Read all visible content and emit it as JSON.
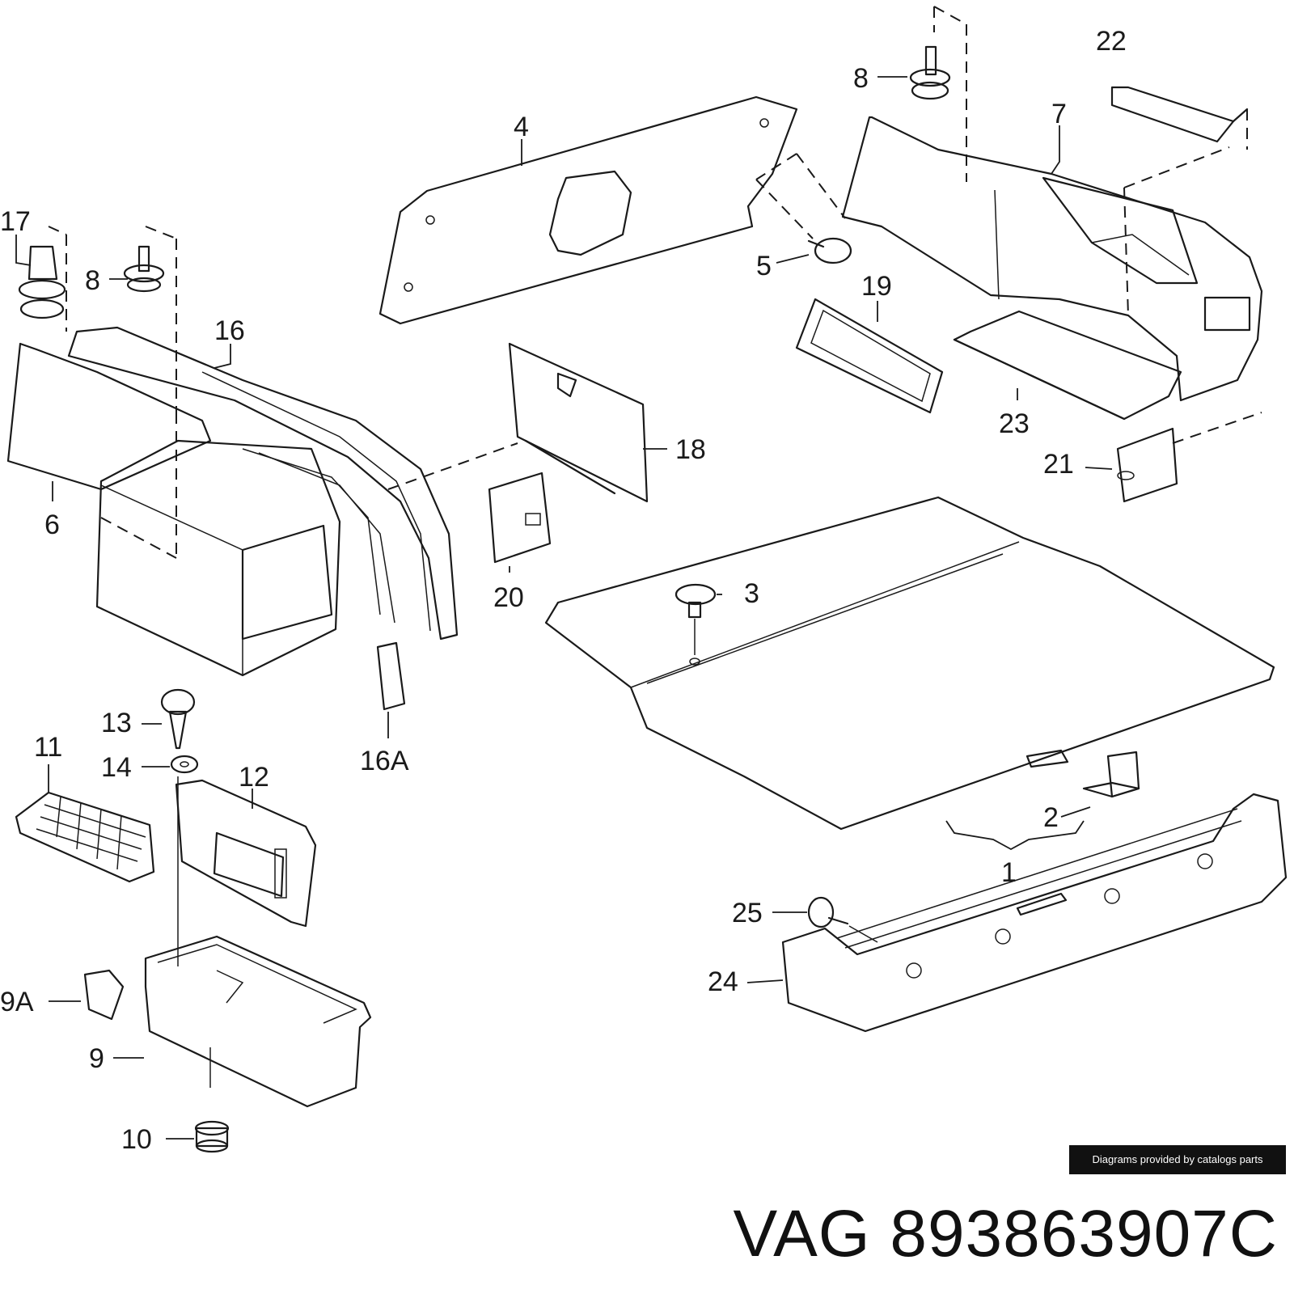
{
  "callouts": [
    {
      "id": "17",
      "text": "17"
    },
    {
      "id": "8a",
      "text": "8"
    },
    {
      "id": "16",
      "text": "16"
    },
    {
      "id": "6",
      "text": "6"
    },
    {
      "id": "4",
      "text": "4"
    },
    {
      "id": "8b",
      "text": "8"
    },
    {
      "id": "22",
      "text": "22"
    },
    {
      "id": "7",
      "text": "7"
    },
    {
      "id": "5",
      "text": "5"
    },
    {
      "id": "19",
      "text": "19"
    },
    {
      "id": "23",
      "text": "23"
    },
    {
      "id": "18",
      "text": "18"
    },
    {
      "id": "21",
      "text": "21"
    },
    {
      "id": "20",
      "text": "20"
    },
    {
      "id": "3",
      "text": "3"
    },
    {
      "id": "16A",
      "text": "16A"
    },
    {
      "id": "13",
      "text": "13"
    },
    {
      "id": "11",
      "text": "11"
    },
    {
      "id": "14",
      "text": "14"
    },
    {
      "id": "12",
      "text": "12"
    },
    {
      "id": "2",
      "text": "2"
    },
    {
      "id": "1",
      "text": "1"
    },
    {
      "id": "25",
      "text": "25"
    },
    {
      "id": "24",
      "text": "24"
    },
    {
      "id": "9A",
      "text": "9A"
    },
    {
      "id": "9",
      "text": "9"
    },
    {
      "id": "10",
      "text": "10"
    }
  ],
  "credit": "Diagrams provided by catalogs parts",
  "part_reference": "VAG 893863907C"
}
